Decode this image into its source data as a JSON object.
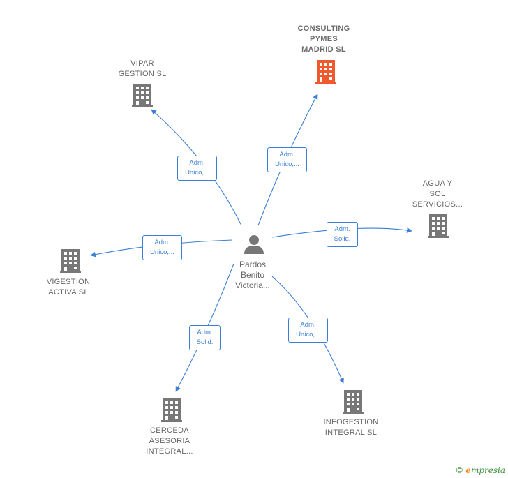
{
  "colors": {
    "edge": "#3a7fd5",
    "building": "#777777",
    "building_highlight": "#f0582e",
    "person": "#777777"
  },
  "person": {
    "icon": "person-icon",
    "label": "Pardos\nBenito\nVictoria..."
  },
  "companies": [
    {
      "id": "consulting",
      "label": "CONSULTING\nPYMES\nMADRID  SL",
      "highlight": true,
      "icon": "building-icon"
    },
    {
      "id": "vipar",
      "label": "VIPAR\nGESTION  SL",
      "highlight": false,
      "icon": "building-icon"
    },
    {
      "id": "agua",
      "label": "AGUA Y\nSOL\nSERVICIOS...",
      "highlight": false,
      "icon": "building-icon"
    },
    {
      "id": "vigestion",
      "label": "VIGESTION\nACTIVA  SL",
      "highlight": false,
      "icon": "building-icon"
    },
    {
      "id": "cerceda",
      "label": "CERCEDA\nASESORIA\nINTEGRAL...",
      "highlight": false,
      "icon": "building-icon"
    },
    {
      "id": "infogestion",
      "label": "INFOGESTION\nINTEGRAL  SL",
      "highlight": false,
      "icon": "building-icon"
    }
  ],
  "edges": [
    {
      "to": "vipar",
      "label": "Adm.\nUnico,..."
    },
    {
      "to": "consulting",
      "label": "Adm.\nUnico,..."
    },
    {
      "to": "agua",
      "label": "Adm.\nSolid."
    },
    {
      "to": "vigestion",
      "label": "Adm.\nUnico,..."
    },
    {
      "to": "cerceda",
      "label": "Adm.\nSolid."
    },
    {
      "to": "infogestion",
      "label": "Adm.\nUnico,..."
    }
  ],
  "footer": {
    "copyright": "©",
    "brand_initial": "e",
    "brand_rest": "mpresia"
  }
}
